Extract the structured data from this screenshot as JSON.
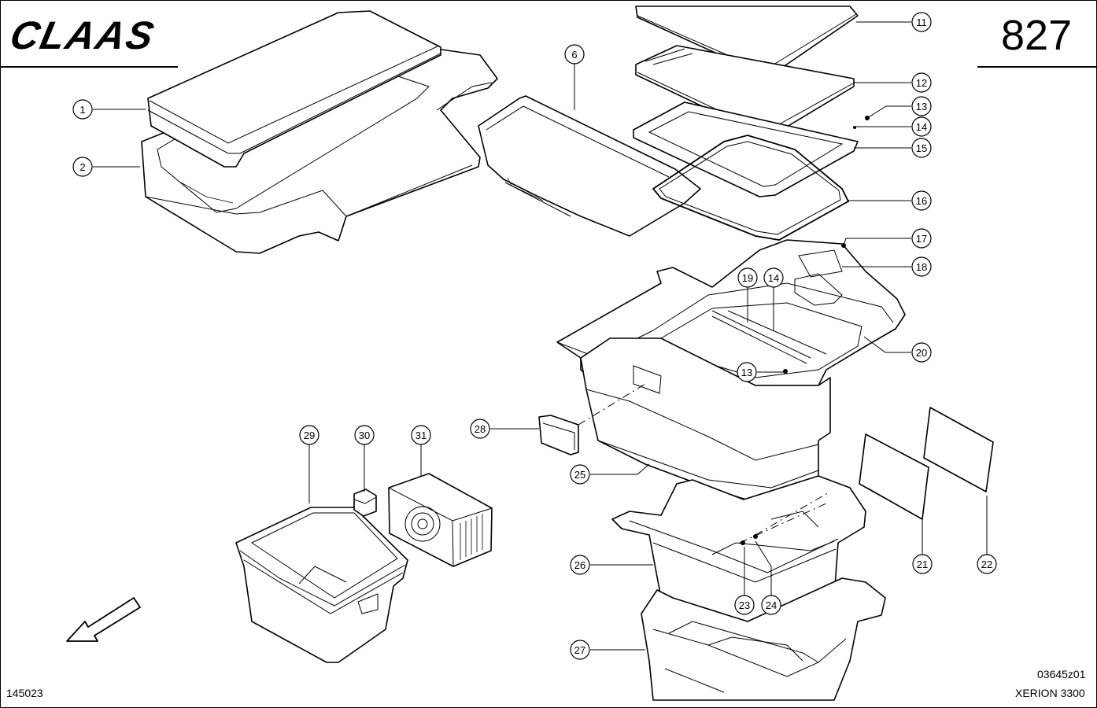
{
  "header": {
    "brand": "CLAAS",
    "page_number": "827"
  },
  "footer": {
    "left_code": "145023",
    "drawing_code": "03645z01",
    "model": "XERION 3300"
  },
  "callouts": [
    "1",
    "2",
    "6",
    "11",
    "12",
    "13",
    "14",
    "15",
    "16",
    "17",
    "18",
    "19",
    "14",
    "13",
    "20",
    "28",
    "25",
    "29",
    "30",
    "31",
    "21",
    "22",
    "26",
    "23",
    "24",
    "27"
  ]
}
